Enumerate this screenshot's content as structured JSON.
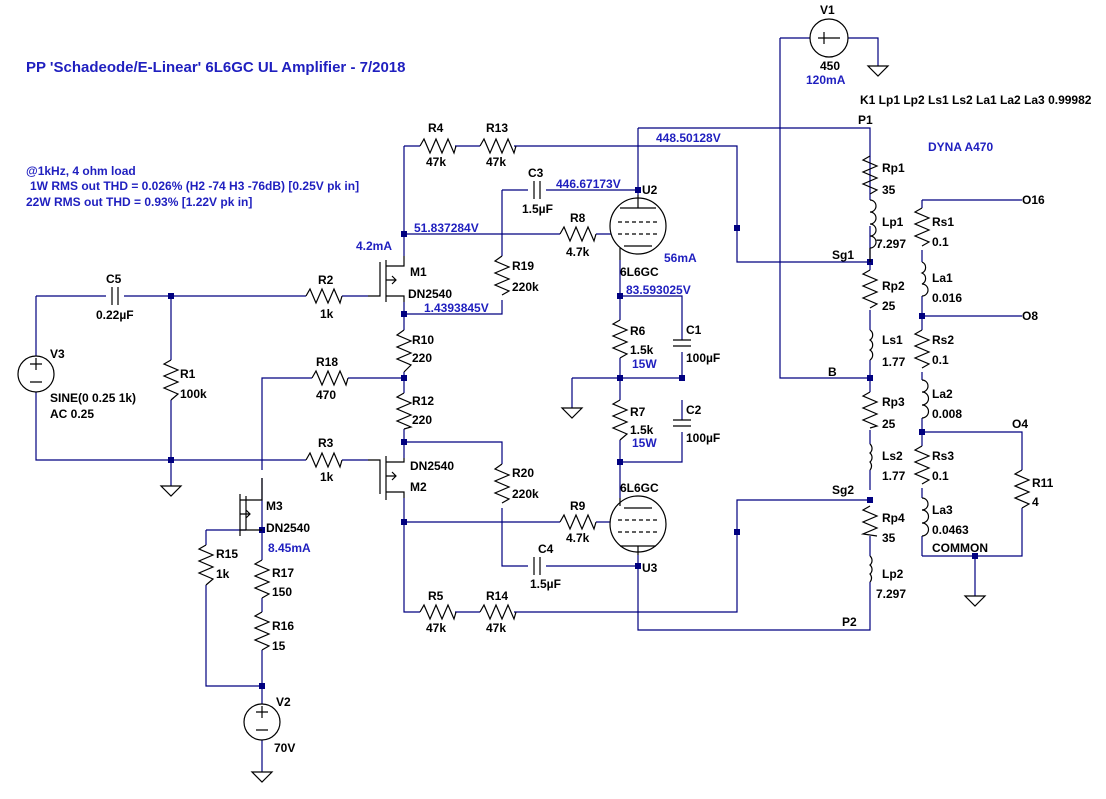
{
  "title": "PP 'Schadeode/E-Linear' 6L6GC UL Amplifier - 7/2018",
  "notes": {
    "line1": "@1kHz, 4 ohm load",
    "line2": "1W RMS out THD = 0.026% (H2 -74 H3 -76dB) [0.25V pk in]",
    "line3": "22W RMS out THD = 0.93%  [1.22V pk in]"
  },
  "coupling_directive": "K1 Lp1 Lp2 Ls1 Ls2 La1 La2 La3 0.99982",
  "transformer_label": "DYNA A470",
  "components": {
    "V1": {
      "name": "V1",
      "value": "450"
    },
    "V2": {
      "name": "V2",
      "value": "70V"
    },
    "V3": {
      "name": "V3",
      "value1": "SINE(0 0.25 1k)",
      "value2": "AC 0.25"
    },
    "R1": {
      "name": "R1",
      "value": "100k"
    },
    "R2": {
      "name": "R2",
      "value": "1k"
    },
    "R3": {
      "name": "R3",
      "value": "1k"
    },
    "R4": {
      "name": "R4",
      "value": "47k"
    },
    "R5": {
      "name": "R5",
      "value": "47k"
    },
    "R6": {
      "name": "R6",
      "value": "1.5k"
    },
    "R7": {
      "name": "R7",
      "value": "1.5k"
    },
    "R8": {
      "name": "R8",
      "value": "4.7k"
    },
    "R9": {
      "name": "R9",
      "value": "4.7k"
    },
    "R10": {
      "name": "R10",
      "value": "220"
    },
    "R11": {
      "name": "R11",
      "value": "4"
    },
    "R12": {
      "name": "R12",
      "value": "220"
    },
    "R13": {
      "name": "R13",
      "value": "47k"
    },
    "R14": {
      "name": "R14",
      "value": "47k"
    },
    "R15": {
      "name": "R15",
      "value": "1k"
    },
    "R16": {
      "name": "R16",
      "value": "15"
    },
    "R17": {
      "name": "R17",
      "value": "150"
    },
    "R18": {
      "name": "R18",
      "value": "470"
    },
    "R19": {
      "name": "R19",
      "value": "220k"
    },
    "R20": {
      "name": "R20",
      "value": "220k"
    },
    "C1": {
      "name": "C1",
      "value": "100µF"
    },
    "C2": {
      "name": "C2",
      "value": "100µF"
    },
    "C3": {
      "name": "C3",
      "value": "1.5µF"
    },
    "C4": {
      "name": "C4",
      "value": "1.5µF"
    },
    "C5": {
      "name": "C5",
      "value": "0.22µF"
    },
    "M1": {
      "name": "M1",
      "value": "DN2540"
    },
    "M2": {
      "name": "M2",
      "value": "DN2540"
    },
    "M3": {
      "name": "M3",
      "value": "DN2540"
    },
    "U2": {
      "name": "U2",
      "value": "6L6GC"
    },
    "U3": {
      "name": "U3",
      "value": "6L6GC"
    },
    "Rp1": {
      "name": "Rp1",
      "value": "35"
    },
    "Lp1": {
      "name": "Lp1",
      "value": "7.297"
    },
    "Rp2": {
      "name": "Rp2",
      "value": "25"
    },
    "Ls1": {
      "name": "Ls1",
      "value": "1.77"
    },
    "Rp3": {
      "name": "Rp3",
      "value": "25"
    },
    "Ls2": {
      "name": "Ls2",
      "value": "1.77"
    },
    "Rp4": {
      "name": "Rp4",
      "value": "35"
    },
    "Lp2": {
      "name": "Lp2",
      "value": "7.297"
    },
    "Rs1": {
      "name": "Rs1",
      "value": "0.1"
    },
    "La1": {
      "name": "La1",
      "value": "0.016"
    },
    "Rs2": {
      "name": "Rs2",
      "value": "0.1"
    },
    "La2": {
      "name": "La2",
      "value": "0.008"
    },
    "Rs3": {
      "name": "Rs3",
      "value": "0.1"
    },
    "La3": {
      "name": "La3",
      "value": "0.0463"
    }
  },
  "nets": {
    "P1": "P1",
    "P2": "P2",
    "Sg1": "Sg1",
    "Sg2": "Sg2",
    "B": "B",
    "O16": "O16",
    "O8": "O8",
    "O4": "O4",
    "COMMON": "COMMON"
  },
  "annotations": {
    "v_plate_u2": "448.50128V",
    "v_grid_u2": "446.67173V",
    "v_m1_drain": "51.837284V",
    "v_m1_source": "1.4393845V",
    "v_cathode": "83.593025V",
    "i_m1": "4.2mA",
    "i_u2": "56mA",
    "i_m3": "8.45mA",
    "i_v1": "120mA",
    "p_r6": "15W",
    "p_r7": "15W"
  }
}
